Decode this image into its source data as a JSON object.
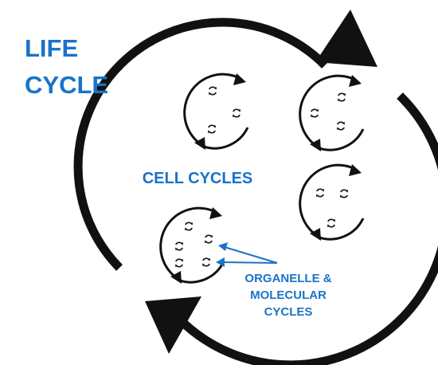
{
  "title_lines": [
    "LIFE",
    "CYCLE"
  ],
  "cell_cycles_label": "CELL CYCLES",
  "organelle_label_lines": [
    "ORGANELLE &",
    "MOLECULAR",
    "CYCLES"
  ],
  "colors": {
    "accent": "#1a73c8",
    "ink": "#111111",
    "background": "#ffffff"
  },
  "icons": [
    "life-cycle-arrow-icon",
    "cell-cycle-arrow-icon",
    "organelle-cycle-icon",
    "pointer-arrow-icon"
  ]
}
